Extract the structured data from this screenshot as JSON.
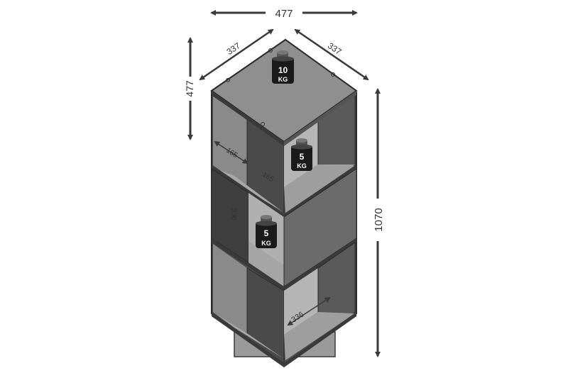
{
  "dimensions": {
    "width_top": "477",
    "depth_left": "337",
    "depth_right": "337",
    "top_height": "477",
    "total_height": "1070",
    "compartment_width": "165",
    "compartment_height": "165",
    "compartment_depth": "336",
    "compartment_side": "336"
  },
  "weights": {
    "top": {
      "value": "10",
      "unit": "KG"
    },
    "middle_right": {
      "value": "5",
      "unit": "KG"
    },
    "middle_left": {
      "value": "5",
      "unit": "KG"
    }
  },
  "colors": {
    "top_face": "#8f8f8f",
    "panel_dark": "#4a4a4a",
    "panel_mid": "#6b6b6b",
    "shelf_light": "#a8a8a8",
    "arrow": "#3a3a3a",
    "weight": "#1a1a1a"
  }
}
